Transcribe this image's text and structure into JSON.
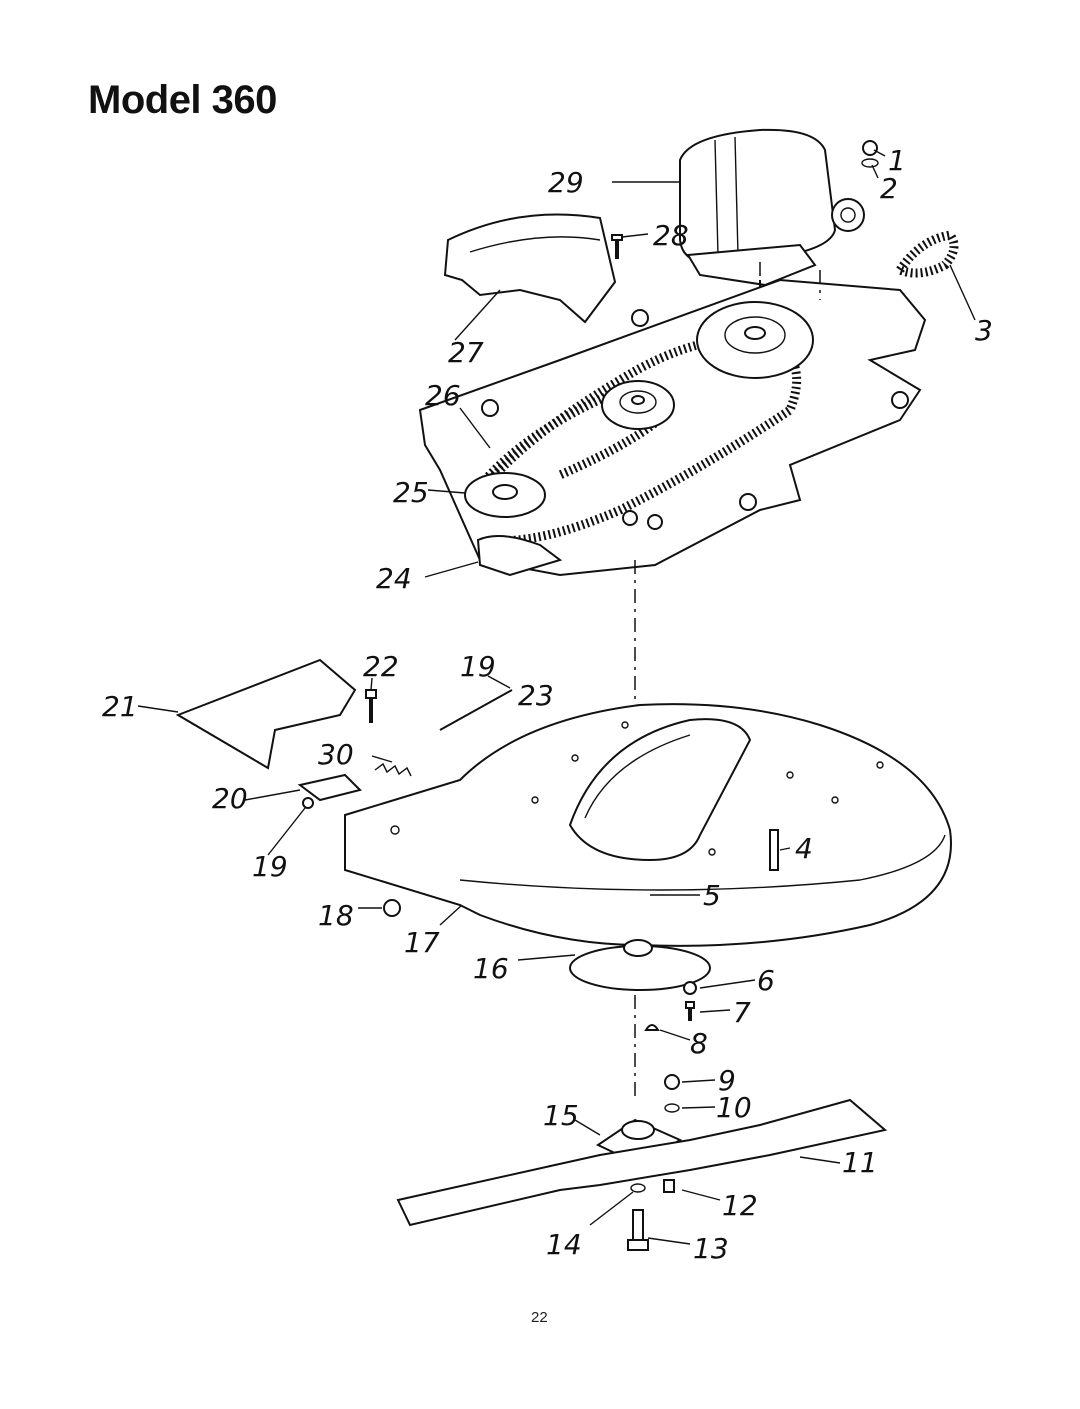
{
  "title": "Model 360",
  "page_number": "22",
  "callouts": [
    {
      "id": "1",
      "label": "1"
    },
    {
      "id": "2",
      "label": "2"
    },
    {
      "id": "3",
      "label": "3"
    },
    {
      "id": "4",
      "label": "4"
    },
    {
      "id": "5",
      "label": "5"
    },
    {
      "id": "6",
      "label": "6"
    },
    {
      "id": "7",
      "label": "7"
    },
    {
      "id": "8",
      "label": "8"
    },
    {
      "id": "9",
      "label": "9"
    },
    {
      "id": "10",
      "label": "10"
    },
    {
      "id": "11",
      "label": "11"
    },
    {
      "id": "12",
      "label": "12"
    },
    {
      "id": "13",
      "label": "13"
    },
    {
      "id": "14",
      "label": "14"
    },
    {
      "id": "15",
      "label": "15"
    },
    {
      "id": "16",
      "label": "16"
    },
    {
      "id": "17",
      "label": "17"
    },
    {
      "id": "18",
      "label": "18"
    },
    {
      "id": "19a",
      "label": "19"
    },
    {
      "id": "19b",
      "label": "19"
    },
    {
      "id": "20",
      "label": "20"
    },
    {
      "id": "21",
      "label": "21"
    },
    {
      "id": "22",
      "label": "22"
    },
    {
      "id": "23",
      "label": "23"
    },
    {
      "id": "24",
      "label": "24"
    },
    {
      "id": "25",
      "label": "25"
    },
    {
      "id": "26",
      "label": "26"
    },
    {
      "id": "27",
      "label": "27"
    },
    {
      "id": "28",
      "label": "28"
    },
    {
      "id": "29",
      "label": "29"
    },
    {
      "id": "30",
      "label": "30"
    }
  ]
}
